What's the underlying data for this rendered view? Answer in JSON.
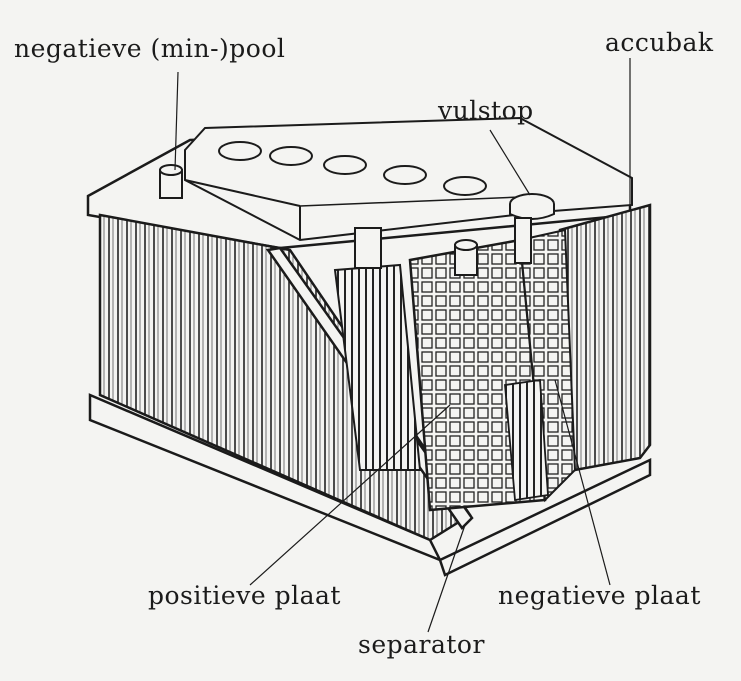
{
  "labels": {
    "negative_pole": "negatieve (min-)pool",
    "case": "accubak",
    "fill_cap": "vulstop",
    "positive_plate": "positieve plaat",
    "negative_plate": "negatieve plaat",
    "separator": "separator"
  },
  "colors": {
    "ink": "#1b1b1b",
    "paper": "#f4f4f2"
  }
}
